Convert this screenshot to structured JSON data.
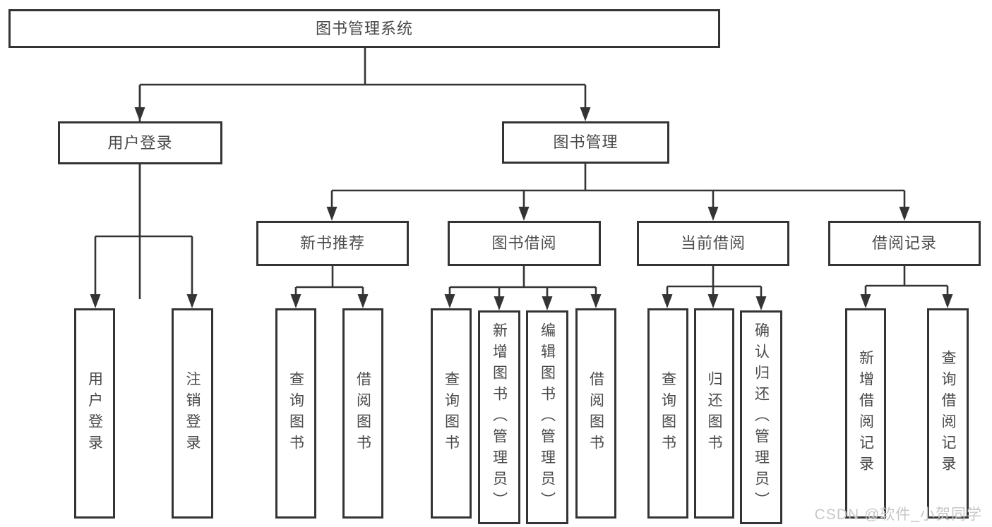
{
  "diagram": {
    "nodes": {
      "root": {
        "label": "图书管理系统"
      },
      "user_login": {
        "label": "用户登录"
      },
      "book_management": {
        "label": "图书管理"
      },
      "new_book_recommend": {
        "label": "新书推荐"
      },
      "book_borrow": {
        "label": "图书借阅"
      },
      "current_borrow": {
        "label": "当前借阅"
      },
      "borrow_records": {
        "label": "借阅记录"
      },
      "leaf_user_login": {
        "label": "用户登录"
      },
      "leaf_logout": {
        "label": "注销登录"
      },
      "leaf_query_book_1": {
        "label": "查询图书"
      },
      "leaf_borrow_book_1": {
        "label": "借阅图书"
      },
      "leaf_query_book_2": {
        "label": "查询图书"
      },
      "leaf_add_book": {
        "label": "新增图书（管理员）"
      },
      "leaf_edit_book": {
        "label": "编辑图书（管理员）"
      },
      "leaf_borrow_book_2": {
        "label": "借阅图书"
      },
      "leaf_query_book_3": {
        "label": "查询图书"
      },
      "leaf_return_book": {
        "label": "归还图书"
      },
      "leaf_confirm_return": {
        "label": "确认归还（管理员）"
      },
      "leaf_add_borrow_record": {
        "label": "新增借阅记录"
      },
      "leaf_query_borrow_record": {
        "label": "查询借阅记录"
      }
    },
    "edges_note": "root→[用户登录,图书管理]; 用户登录→[用户登录,注销登录]; 图书管理→[新书推荐,图书借阅,当前借阅,借阅记录]; 新书推荐→[查询图书,借阅图书]; 图书借阅→[查询图书,新增图书（管理员）,编辑图书（管理员）,借阅图书]; 当前借阅→[查询图书,归还图书,确认归还（管理员）]; 借阅记录→[新增借阅记录,查询借阅记录]"
  },
  "watermark": {
    "text": "CSDN @软件_小贺同学"
  },
  "colors": {
    "line": "#343434",
    "box_border": "#343434",
    "text": "#4a4a4a",
    "watermark": "#c7c7c7",
    "background": "#ffffff"
  }
}
